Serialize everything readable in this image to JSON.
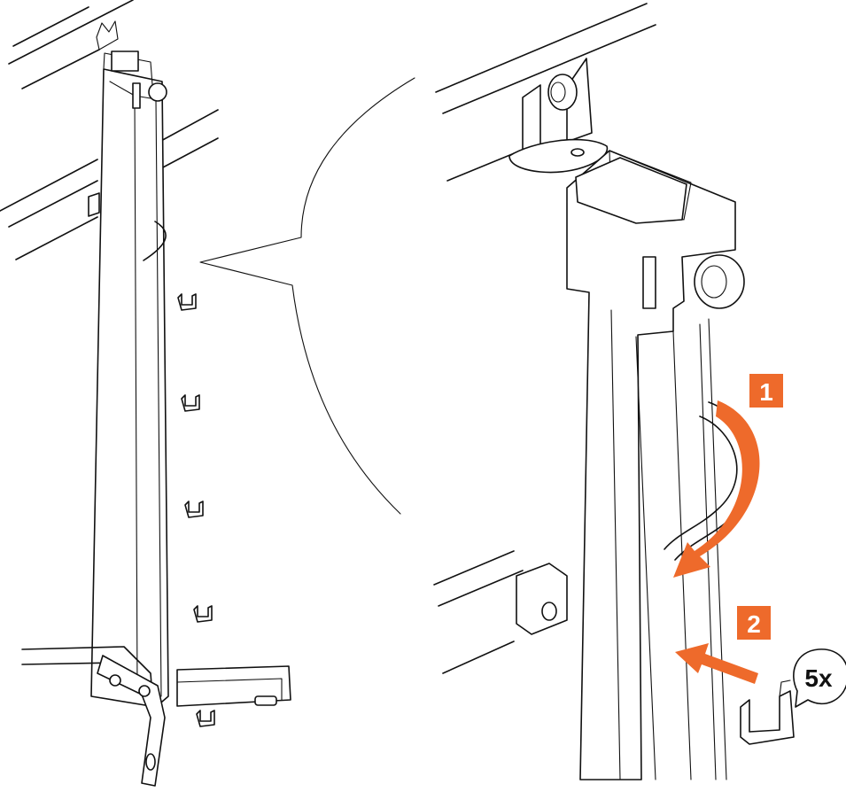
{
  "steps": [
    {
      "number": "1"
    },
    {
      "number": "2"
    }
  ],
  "quantity_label": "5x",
  "colors": {
    "accent": "#EE6A2B",
    "line": "#111111",
    "background": "#FFFFFF"
  },
  "icons": [
    "cable-clip-icon",
    "thumb-screw-icon",
    "curved-arrow-icon",
    "straight-arrow-icon"
  ]
}
